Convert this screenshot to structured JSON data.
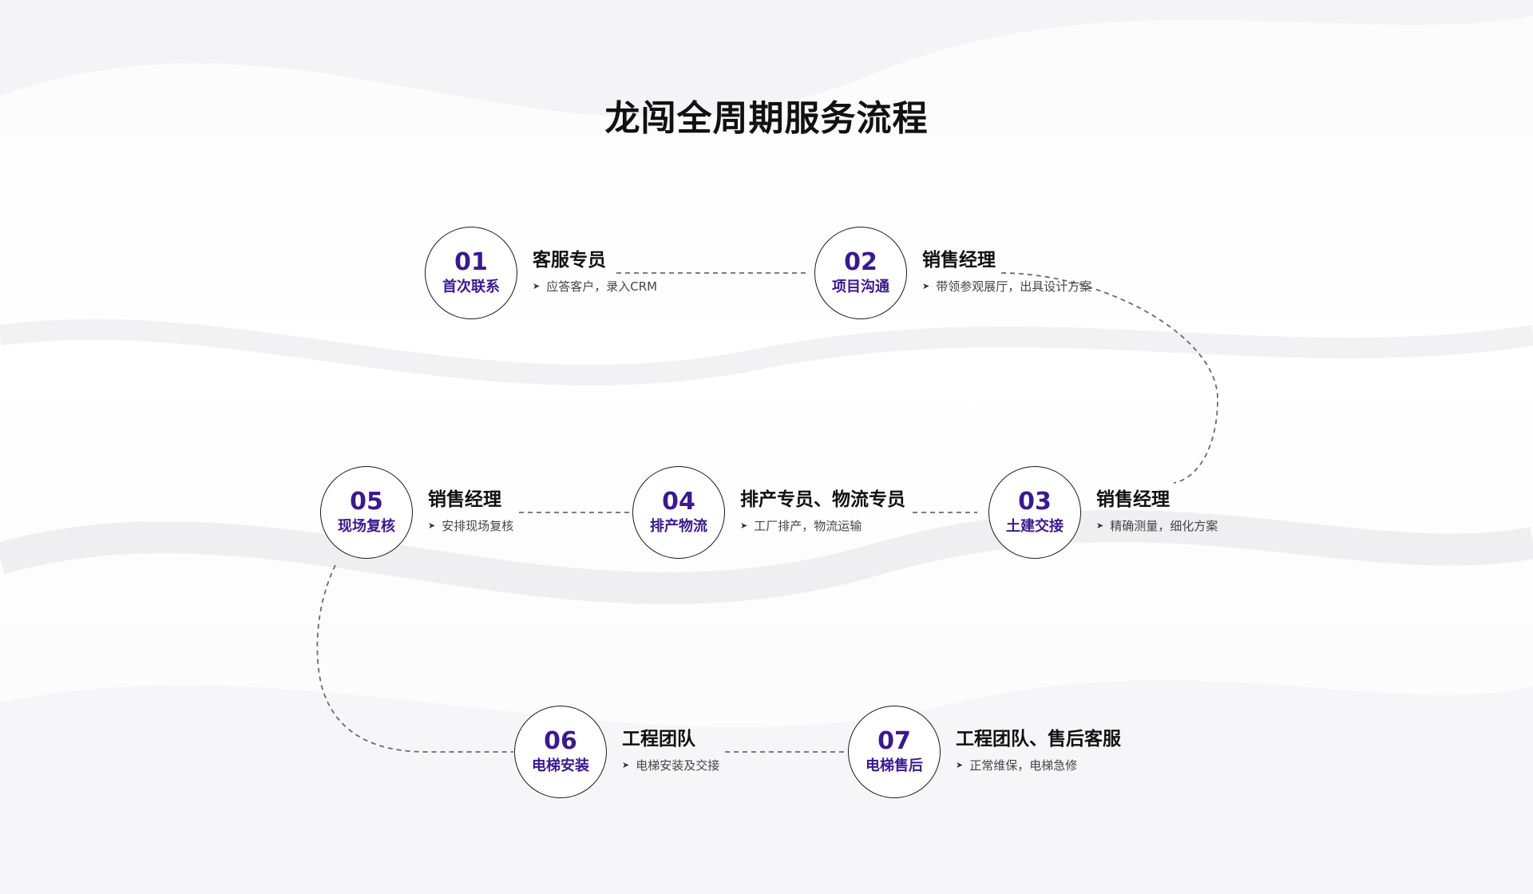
{
  "title": "龙闯全周期服务流程",
  "steps": [
    {
      "number": "01",
      "name": "首次联系",
      "role": "客服专员",
      "desc": "应答客户，录入CRM"
    },
    {
      "number": "02",
      "name": "项目沟通",
      "role": "销售经理",
      "desc": "带领参观展厅，出具设计方案"
    },
    {
      "number": "03",
      "name": "土建交接",
      "role": "销售经理",
      "desc": "精确测量，细化方案"
    },
    {
      "number": "04",
      "name": "排产物流",
      "role": "排产专员、物流专员",
      "desc": "工厂排产，物流运输"
    },
    {
      "number": "05",
      "name": "现场复核",
      "role": "销售经理",
      "desc": "安排现场复核"
    },
    {
      "number": "06",
      "name": "电梯安装",
      "role": "工程团队",
      "desc": "电梯安装及交接"
    },
    {
      "number": "07",
      "name": "电梯售后",
      "role": "工程团队、售后客服",
      "desc": "正常维保，电梯急修"
    }
  ],
  "colors": {
    "accent": "#3a1a8c",
    "text": "#111111",
    "connector": "#6b6b6b"
  },
  "icons": {
    "bullet": "arrow-right-icon"
  }
}
